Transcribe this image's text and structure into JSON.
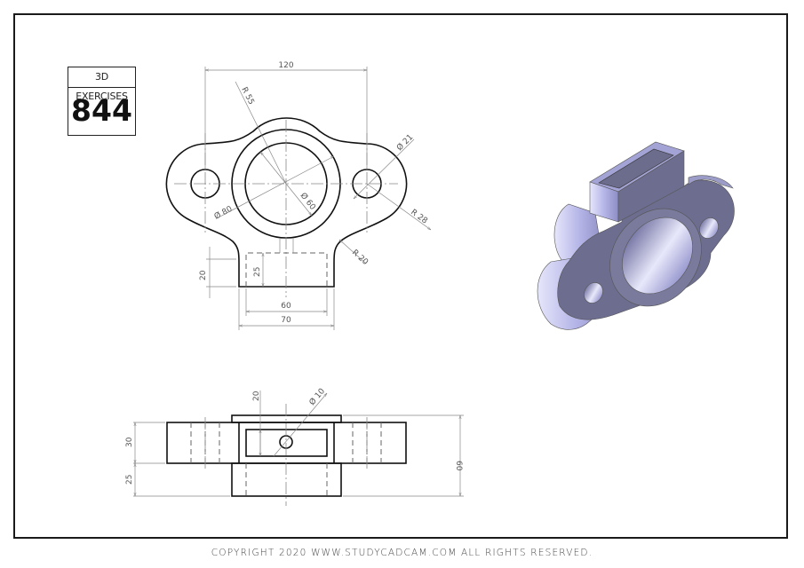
{
  "badge": {
    "header": "3D EXERCISES",
    "number": "844"
  },
  "footer": {
    "text": "COPYRIGHT  2020 WWW.STUDYCADCAM.COM ALL RIGHTS RESERVED."
  },
  "front_view": {
    "dims": {
      "overall_width": "120",
      "radius_large": "R 55",
      "hole_dia_small": "Ø 21",
      "lobe_radius": "R 28",
      "fillet_radius": "R 20",
      "outer_dia": "Ø 80",
      "inner_dia": "Ø 60",
      "boss_height": "20",
      "slot_depth": "25",
      "slot_width": "60",
      "boss_width": "70"
    }
  },
  "side_view": {
    "dims": {
      "lip_offset": "20",
      "pin_hole_dia": "Ø 10",
      "flange_thickness": "30",
      "boss_extension": "25",
      "total_height": "60"
    }
  },
  "iso_view": {
    "fill_light": "#c9c9f0",
    "fill_mid": "#9c9cd0",
    "fill_dark": "#6c6c8c"
  }
}
